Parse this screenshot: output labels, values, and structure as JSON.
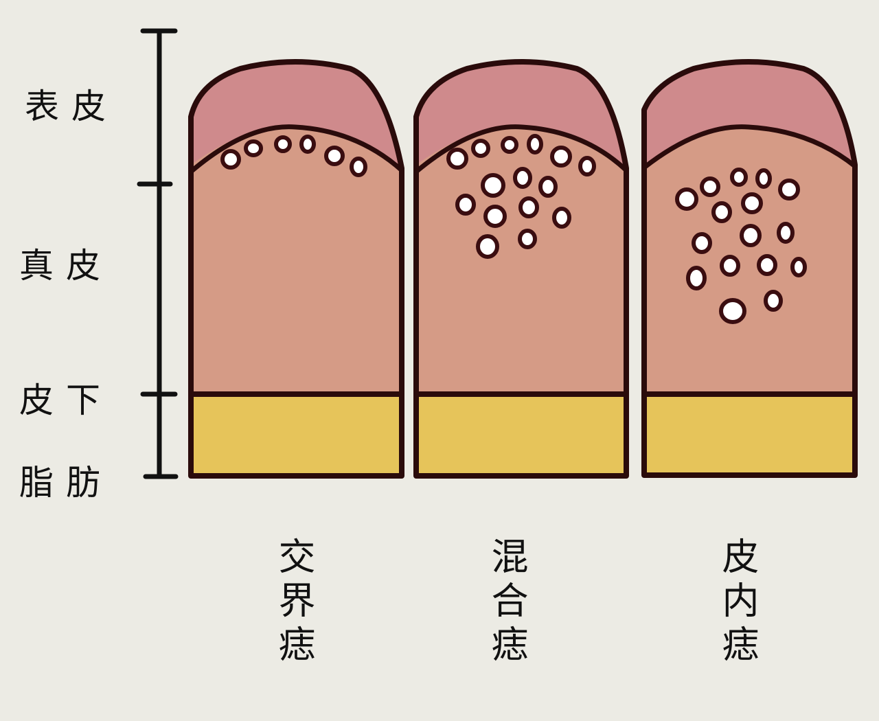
{
  "colors": {
    "background": "#ecebe4",
    "epidermis": "#cf8a8c",
    "dermis": "#d59b86",
    "fat": "#e6c45a",
    "outline": "#2a0b0b",
    "nevus_cell": "#3a0d10"
  },
  "scale_labels": {
    "epidermis": "表皮",
    "dermis": "真皮",
    "subcutaneous_line1": "皮下",
    "subcutaneous_line2": "脂肪"
  },
  "nevus_types": [
    {
      "key": "junctional",
      "label": "交界痣"
    },
    {
      "key": "compound",
      "label": "混合痣"
    },
    {
      "key": "intradermal",
      "label": "皮内痣"
    }
  ]
}
